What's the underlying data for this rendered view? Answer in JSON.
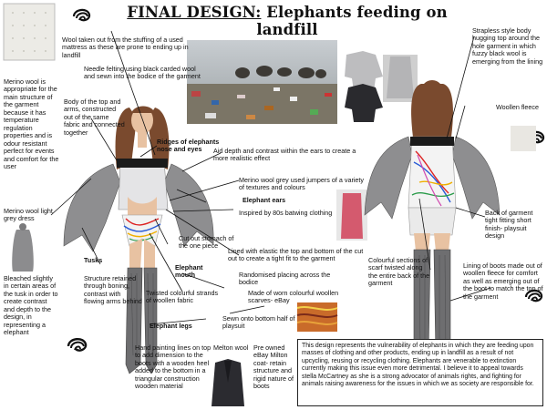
{
  "title": {
    "prefix": "FINAL DESIGN:",
    "rest": " Elephants feeding on landfill"
  },
  "notes": {
    "mattress": "Wool taken out from the stuffing of a used mattress as these are prone to ending up in landfill",
    "needle_felting": "Needle felting using black carded wool and sewn into the bodice of the garment",
    "merino_main": "Merino wool is appropriate for the main structure of the garment because it has temperature regulation properties and is odour resistant perfect for events and comfort for the user",
    "body_arms": "Body of the top and arms, constructed out of the same fabric and connected together",
    "ridges": "Ridges of elephants nose and eyes",
    "aid_depth": "Aid depth and contrast within the ears to create a more realistic effect",
    "merino_grey_jumpers": "Merino wool grey used jumpers of a variety of textures and colours",
    "elephant_ears": "Elephant ears",
    "batwing": "Inspired by 80s batwing clothing",
    "merino_dress": "Merino wool light grey dress",
    "tusks": "Tusks",
    "bleached": "Bleached slightly in certain areas of the tusk in order to create contrast and depth to the design, in representing a elephant",
    "structure_boning": "Structure retained through boning, contrast with flowing arms behind",
    "cut_out": "Cut out stomach of the one piece",
    "elephant_mouth": "Elephant mouth",
    "elastic": "Lined with elastic the top and bottom of the cut out to create a tight fit to the garment",
    "randomised": "Randomised placing across the bodice",
    "twisted_strands": "Twisted colourful strands of woollen fabric",
    "worn_scarves": "Made of worn colourful woollen scarves- eBay",
    "sewn_bottom": "Sewn onto bottom half of playsuit",
    "elephant_legs": "Elephant legs",
    "hand_painting": "Hand painting lines on top to add dimension to the boots with a wooden heel added to the bottom in a triangular construction wooden material",
    "melton_wool": "Melton wool",
    "preowned_coat": "Pre owned eBay Milton coat- retain structure and rigid nature of boots",
    "strapless": "Strapless style body hugging top around the hole garment in which fuzzy black wool is emerging from the lining",
    "woollen_fleece": "Woollen fleece",
    "back_garment": "Back of garment tight fitting short finish- playsuit design",
    "colourful_sections": "Colourful sections of scarf twisted along the entire back of the garment",
    "lining_boots": "Lining of boots made out of woollen fleece for comfort as well as emerging out of the boot to match the top of the garment"
  },
  "summary": "This design represents the vulnerability of elephants in which they are feeding upon masses of clothing and other products, ending up in landfill as a result of not upcycling, reusing or recycling clothing. Elephants are venerable to extinction currently making this issue even more detrimental. I believe it to appeal towards stella McCartney as she is a strong advocator of animals rights, and fighting for animals raising awareness for the issues in which we as society are responsible for.",
  "colors": {
    "wool_grey": "#9a9a9a",
    "boot_grey": "#6e6e70",
    "skin": "#e8c2a2",
    "hair": "#7a4a2e",
    "bodice": "#e4e4e6"
  },
  "icons": [
    "woolmark-icon",
    "woolmark-icon",
    "woolmark-icon",
    "woolmark-icon"
  ]
}
